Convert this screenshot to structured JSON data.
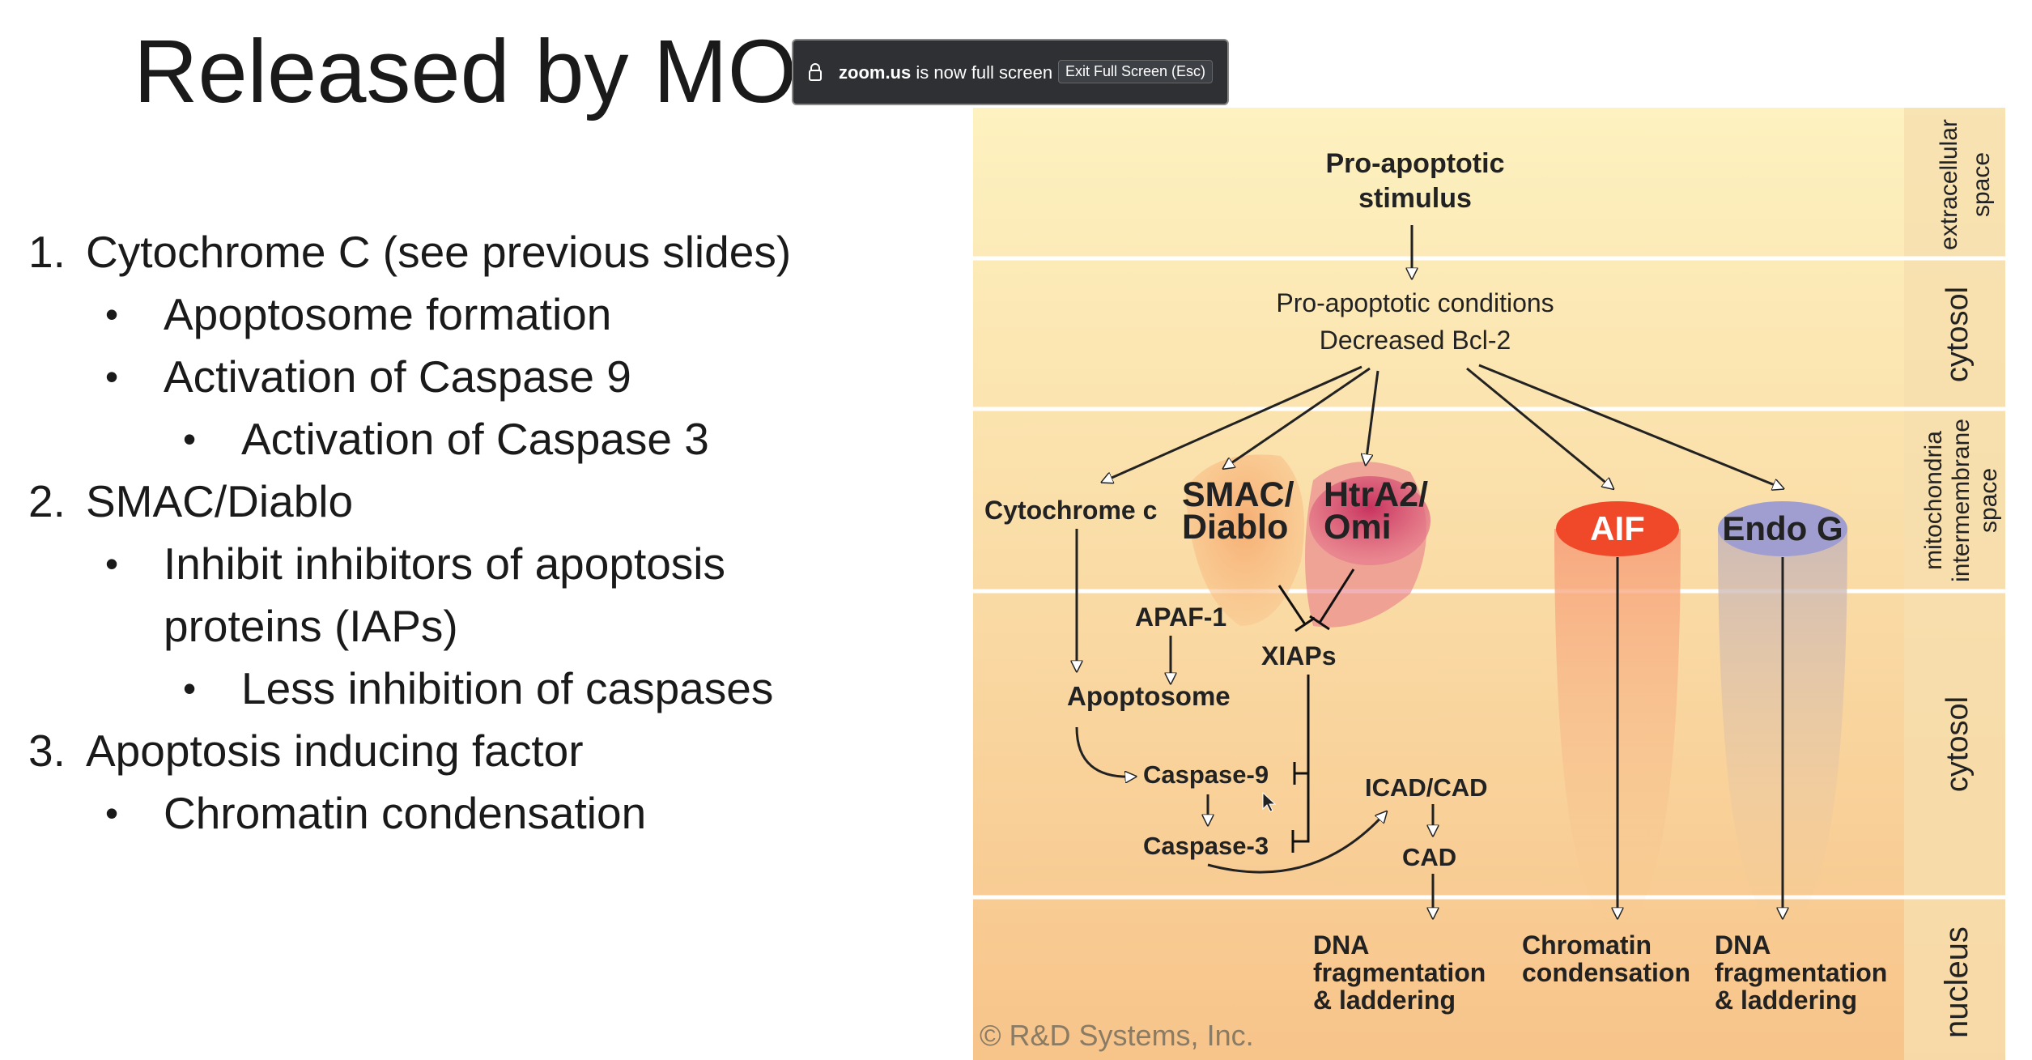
{
  "slide": {
    "title": "Released by MOMP",
    "list": [
      {
        "marker": "1.",
        "text": "Cytochrome C (see previous slides)",
        "level": 0
      },
      {
        "marker": "•",
        "text": "Apoptosome formation",
        "level": 1
      },
      {
        "marker": "•",
        "text": "Activation of Caspase 9",
        "level": 1
      },
      {
        "marker": "•",
        "text": "Activation of Caspase 3",
        "level": 2
      },
      {
        "marker": "2.",
        "text": "SMAC/Diablo",
        "level": 0
      },
      {
        "marker": "•",
        "text": "Inhibit inhibitors of apoptosis",
        "level": 1
      },
      {
        "marker": "",
        "text": "proteins (IAPs)",
        "level": 1
      },
      {
        "marker": "•",
        "text": "Less inhibition of caspases",
        "level": 2
      },
      {
        "marker": "3.",
        "text": "Apoptosis inducing factor",
        "level": 0
      },
      {
        "marker": "•",
        "text": "Chromatin condensation",
        "level": 1
      }
    ]
  },
  "diagram": {
    "zones": {
      "extracellular": "extracellular space",
      "cytosol_top": "cytosol",
      "mito": "mitochondria intermembrane space",
      "cytosol_bottom": "cytosol",
      "nucleus": "nucleus"
    },
    "stimulus": [
      "Pro-apoptotic",
      "stimulus"
    ],
    "conditions": [
      "Pro-apoptotic conditions",
      "Decreased Bcl-2"
    ],
    "cytochrome_c": "Cytochrome c",
    "smac": [
      "SMAC/",
      "Diablo"
    ],
    "htra2": [
      "HtrA2/",
      "Omi"
    ],
    "aif": "AIF",
    "endog": "Endo G",
    "apaf1": "APAF-1",
    "apoptosome": "Apoptosome",
    "xiaps": "XIAPs",
    "caspase9": "Caspase-9",
    "caspase3": "Caspase-3",
    "icad": "ICAD/CAD",
    "cad": "CAD",
    "dna1": [
      "DNA",
      "fragmentation",
      "& laddering"
    ],
    "chromatin": [
      "Chromatin",
      "condensation"
    ],
    "dna2": [
      "DNA",
      "fragmentation",
      "& laddering"
    ],
    "copyright": "© R&D Systems, Inc."
  },
  "zoom_bar": {
    "site": "zoom.us",
    "message": " is now full screen",
    "exit_label": "Exit Full Screen (Esc)"
  },
  "colors": {
    "text": "#1a1a1a",
    "zone_light": "#fcebb1",
    "zone_dark": "#f7c98a",
    "sidebar": "#f6e2b2",
    "htra2": "#cc3d6d",
    "aif": "#f0492a",
    "endog": "#a09ed0",
    "zoom_bg": "#2e3034"
  }
}
